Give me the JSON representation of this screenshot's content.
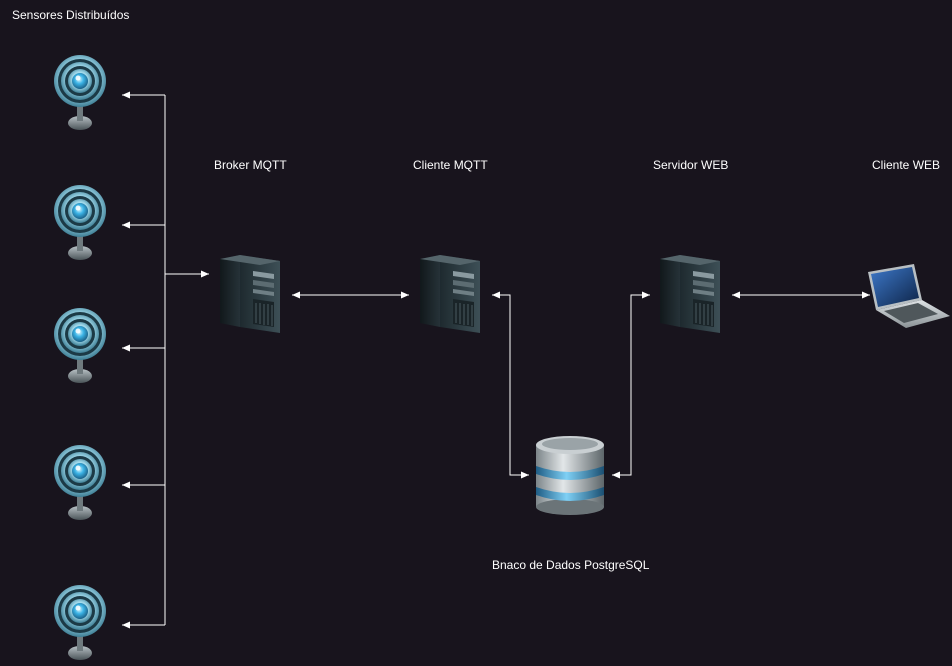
{
  "labels": {
    "sensors_group": "Sensores Distribuídos",
    "broker": "Broker MQTT",
    "mqtt_client": "Cliente MQTT",
    "web_server": "Servidor WEB",
    "web_client": "Cliente WEB",
    "database": "Bnaco de Dados PostgreSQL"
  },
  "icons": {
    "sensor": "wireless-sensor-icon",
    "broker": "server-tower-icon",
    "mqtt_client": "server-tower-icon",
    "web_server": "server-tower-icon",
    "web_client": "laptop-icon",
    "database": "database-cylinder-icon"
  },
  "colors": {
    "background": "#18141d",
    "text": "#ffffff",
    "connector": "#ffffff",
    "sensor_ring": "#8fd3e8",
    "sensor_core": "#3ab0e0",
    "server_body": "#2b3a40",
    "database_stripe": "#3a8ac0"
  }
}
